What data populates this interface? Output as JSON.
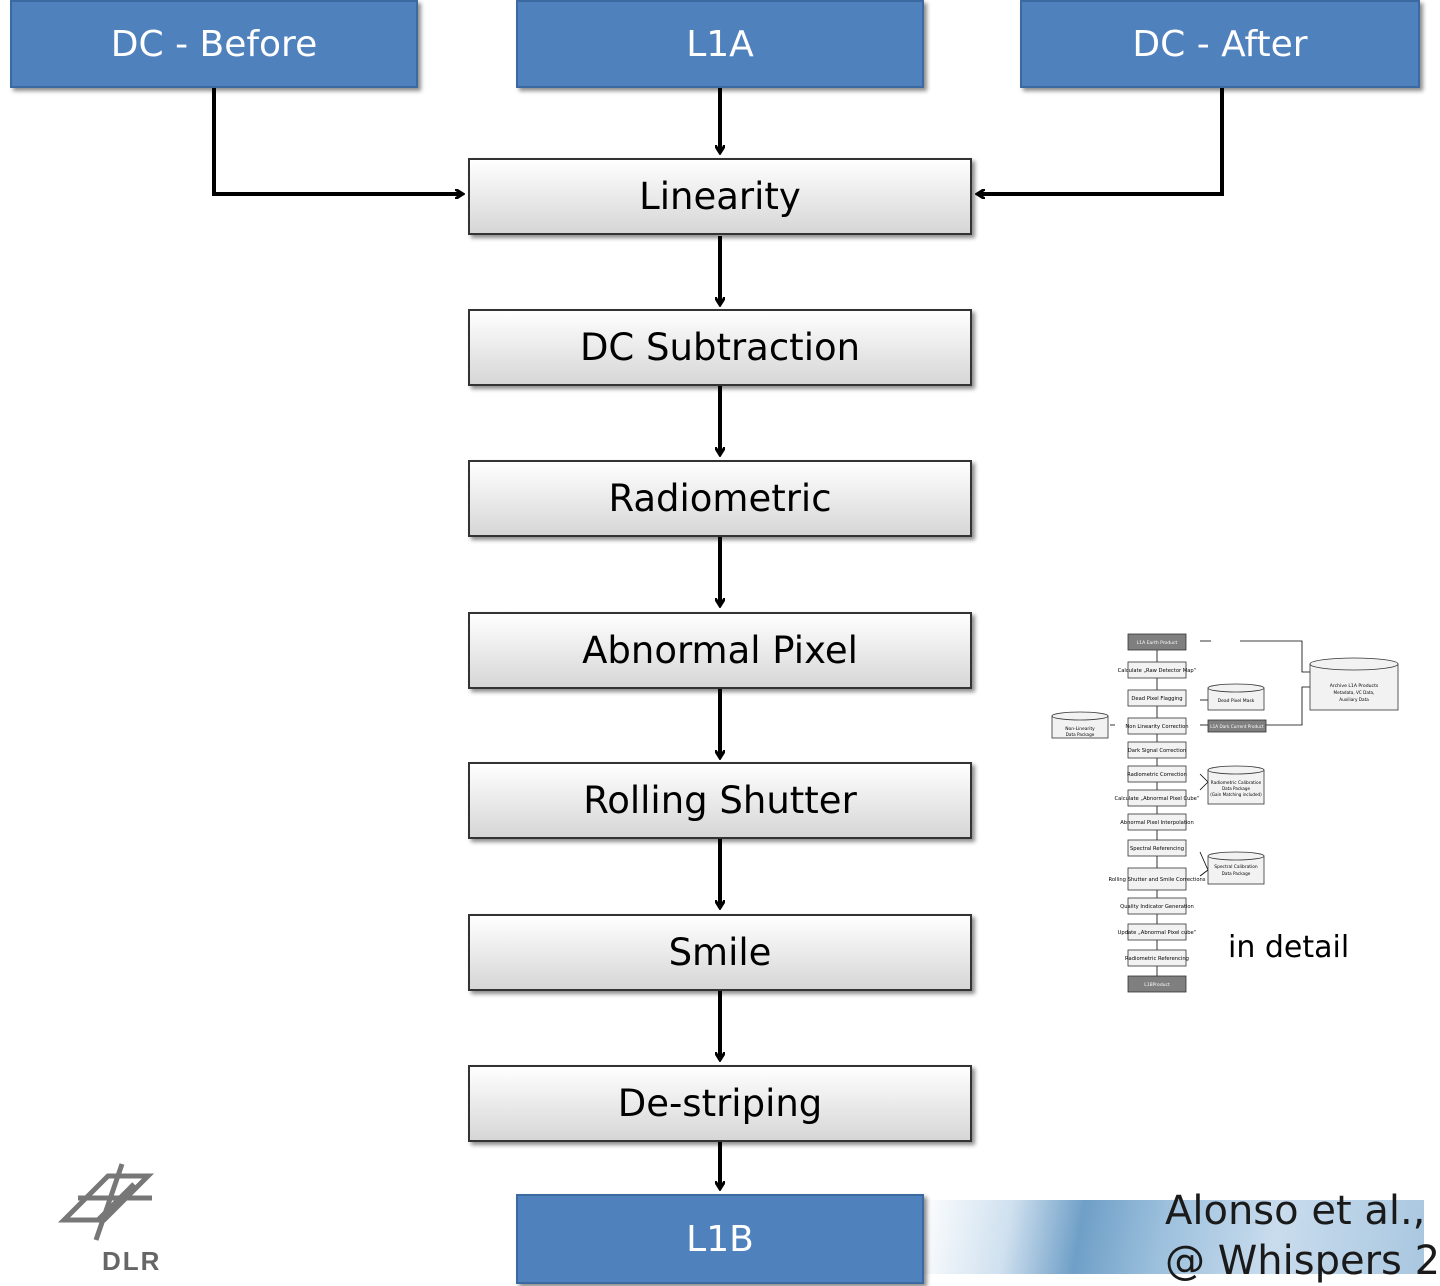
{
  "inputs": {
    "dc_before": "DC - Before",
    "l1a": "L1A",
    "dc_after": "DC - After"
  },
  "steps": [
    "Linearity",
    "DC Subtraction",
    "Radiometric",
    "Abnormal Pixel",
    "Rolling Shutter",
    "Smile",
    "De-striping"
  ],
  "output": "L1B",
  "detail_label": "in detail",
  "citation": "Alonso et al., \n@ Whispers 2",
  "logo_text": "DLR",
  "detail_diagram": {
    "main_steps": [
      "L1A Earth Product",
      "Calculate „Raw Detector Map“",
      "Dead Pixel Flagging",
      "Non Linearity Correction",
      "Dark Signal Correction",
      "Radiometric Correction",
      "Calculate „Abnormal Pixel Cube“",
      "Abnormal Pixel Interpolation",
      "Spectral Referencing",
      "Rolling Shutter and Smile Corrections",
      "Quality Indicator Generation",
      "Update „Abnormal Pixel cube“",
      "Radiometric Referencing",
      "L1BProduct"
    ],
    "archive": "Archive L1A Products Metadata, VC Data, Auxiliary Data",
    "dead_pixel_mask": "Dead Pixel Mask",
    "dark_current": "L1A Dark Current Product",
    "non_linearity_pkg": "Non-Linearity Data Package",
    "radiometric_pkg": "Radiometric Calibration Data Package (Gain Matching included)",
    "spectral_pkg": "Spectral Calibration Data Package"
  },
  "colors": {
    "io_fill": "#4f81bd",
    "step_fill_top": "#ffffff",
    "step_fill_bottom": "#d6d6d6"
  }
}
